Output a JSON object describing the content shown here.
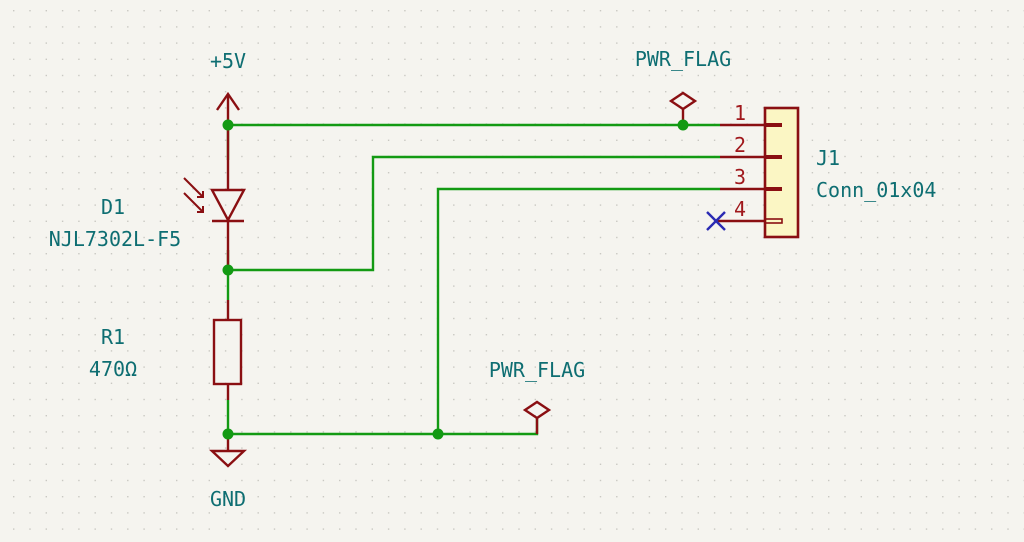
{
  "schematic": {
    "colors": {
      "background": "#f5f4ef",
      "grid_dot": "#c9c8c2",
      "wire": "#139a13",
      "symbol": "#8a0f12",
      "symbol_fill": "#fbf6c4",
      "text": "#0e6e72",
      "pin_number": "#a0181c",
      "no_connect": "#2a2ab3"
    },
    "power": {
      "vcc_label": "+5V",
      "gnd_label": "GND",
      "pwr_flag_top_label": "PWR_FLAG",
      "pwr_flag_bottom_label": "PWR_FLAG"
    },
    "components": {
      "led": {
        "ref": "D1",
        "value": "NJL7302L-F5"
      },
      "resistor": {
        "ref": "R1",
        "value": "470Ω"
      },
      "connector": {
        "ref": "J1",
        "value": "Conn_01x04",
        "pins": [
          "1",
          "2",
          "3",
          "4"
        ]
      }
    },
    "no_connect_pin": "4"
  }
}
